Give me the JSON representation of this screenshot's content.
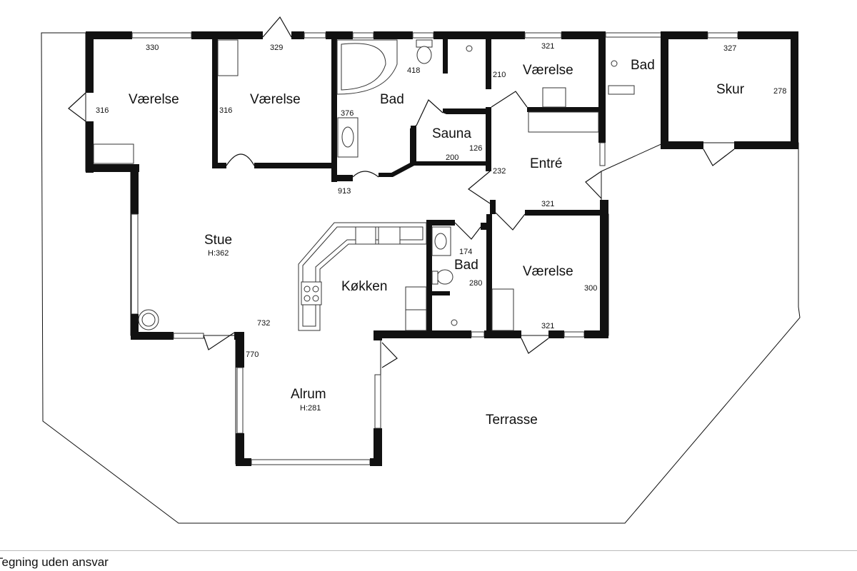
{
  "rooms": {
    "vaerelse_1": "Værelse",
    "vaerelse_2": "Værelse",
    "bad_main": "Bad",
    "vaerelse_3": "Værelse",
    "bad_outdoor": "Bad",
    "skur": "Skur",
    "sauna": "Sauna",
    "entre": "Entré",
    "stue": "Stue",
    "stue_height": "H:362",
    "kokken": "Køkken",
    "bad_small": "Bad",
    "vaerelse_4": "Værelse",
    "alrum": "Alrum",
    "alrum_height": "H:281",
    "terrasse": "Terrasse"
  },
  "dimensions": {
    "d330": "330",
    "d329": "329",
    "d321_top": "321",
    "d327": "327",
    "d316_left": "316",
    "d316_mid": "316",
    "d418": "418",
    "d210": "210",
    "d278": "278",
    "d376": "376",
    "d126": "126",
    "d200": "200",
    "d232": "232",
    "d913": "913",
    "d321_mid": "321",
    "d174": "174",
    "d280": "280",
    "d300": "300",
    "d732": "732",
    "d321_bottom": "321",
    "d770": "770"
  },
  "footer": {
    "disclaimer": "Tegning uden ansvar"
  }
}
